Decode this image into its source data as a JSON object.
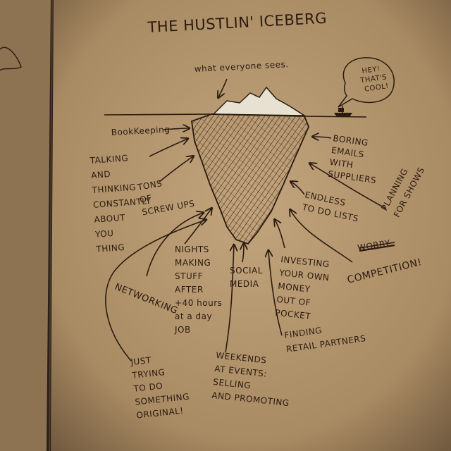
{
  "title": "THE HUSTLIN' ICEBERG",
  "top_note": "what everyone sees.",
  "speech_bubble": [
    "HEY!",
    "THAT'S",
    "COOL!"
  ],
  "labels": {
    "bookkeeping": [
      "BookKeeping"
    ],
    "talking": [
      "TALKING",
      "AND",
      "THINKING",
      "CONSTANTLY",
      "ABOUT",
      "YOU",
      "THING"
    ],
    "screwups": [
      "TONS",
      "OF",
      "SCREW UPS"
    ],
    "boring_emails": [
      "BORING",
      "EMAILS",
      "WITH",
      "SUPPLIERS"
    ],
    "endless": [
      "ENDLESS",
      "TO DO LISTS"
    ],
    "planning": [
      "PLANNING",
      "FOR SHOWS"
    ],
    "competition_struck": "WORRY",
    "competition": "COMPETITION!",
    "nights": [
      "NIGHTS",
      "MAKING",
      "STUFF",
      "AFTER",
      "+40 hours",
      "at a day",
      "JOB"
    ],
    "networking": "NETWORKING",
    "social": [
      "SOCIAL",
      "MEDIA"
    ],
    "investing": [
      "INVESTING",
      "YOUR OWN",
      "MONEY",
      "OUT OF",
      "POCKET"
    ],
    "finding": [
      "FINDING",
      "RETAIL PARTNERS"
    ],
    "just_trying": [
      "JUST",
      "TRYING",
      "TO DO",
      "SOMETHING",
      "ORIGINAL!"
    ],
    "weekends": [
      "WEEKENDS",
      "AT EVENTS:",
      "SELLING",
      "AND PROMOTING"
    ]
  },
  "colors": {
    "paper": "#b89a72",
    "paper_edge": "#8d7352",
    "ink": "#2a1a10",
    "background": "#2a2018"
  }
}
